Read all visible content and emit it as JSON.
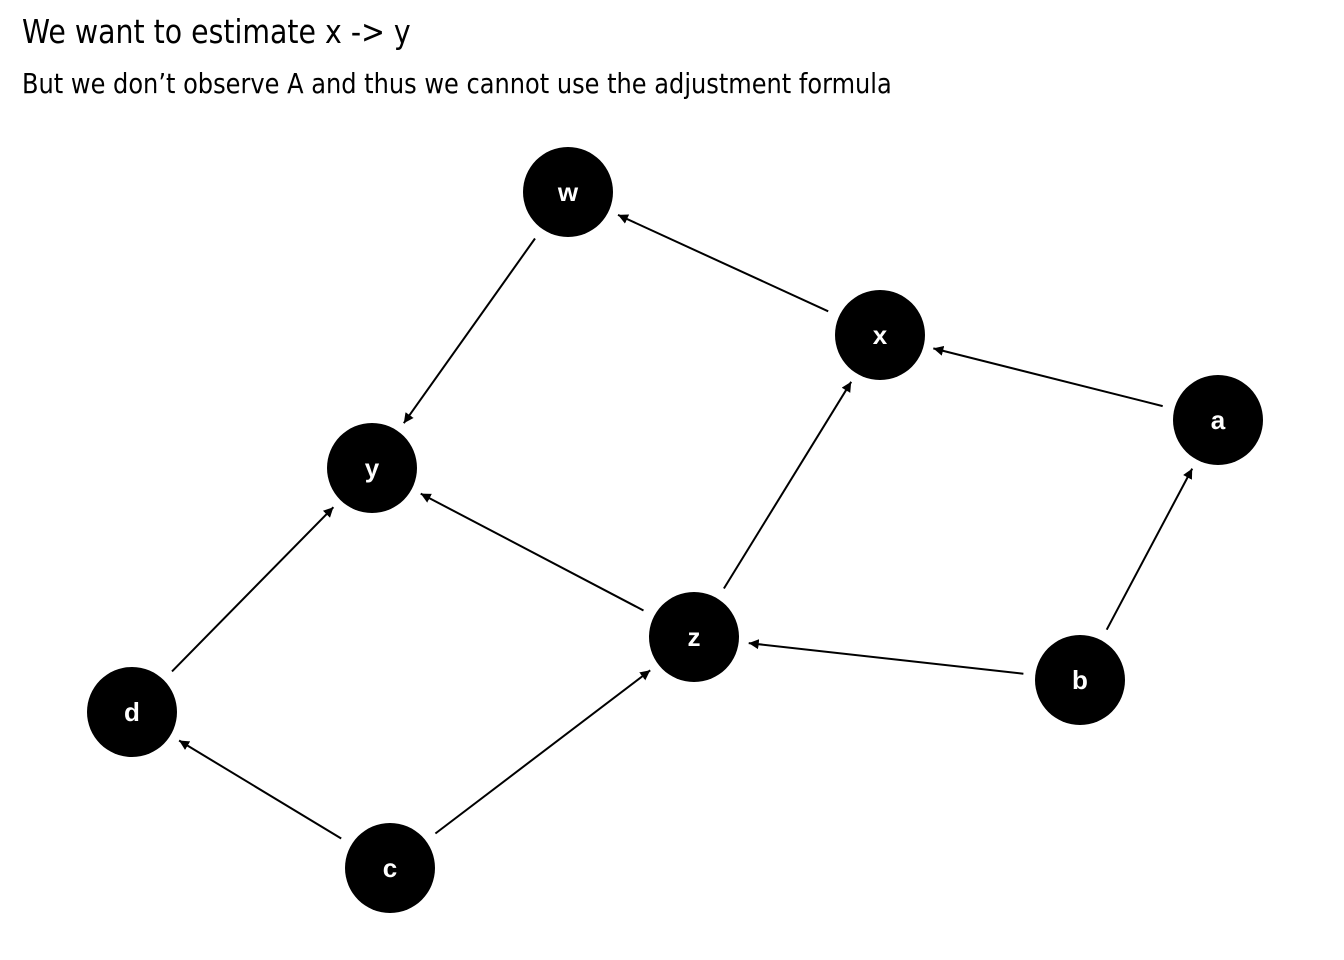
{
  "header": {
    "title": "We want to estimate x -> y",
    "subtitle": "But we don’t observe A and thus we cannot use the adjustment formula"
  },
  "graph": {
    "node_fill": "#000000",
    "label_color": "#ffffff",
    "edge_color": "#000000",
    "nodes": [
      {
        "id": "w",
        "label": "w"
      },
      {
        "id": "x",
        "label": "x"
      },
      {
        "id": "a",
        "label": "a"
      },
      {
        "id": "y",
        "label": "y"
      },
      {
        "id": "z",
        "label": "z"
      },
      {
        "id": "b",
        "label": "b"
      },
      {
        "id": "d",
        "label": "d"
      },
      {
        "id": "c",
        "label": "c"
      }
    ],
    "edges": [
      {
        "from": "x",
        "to": "w"
      },
      {
        "from": "w",
        "to": "y"
      },
      {
        "from": "a",
        "to": "x"
      },
      {
        "from": "z",
        "to": "x"
      },
      {
        "from": "z",
        "to": "y"
      },
      {
        "from": "b",
        "to": "z"
      },
      {
        "from": "b",
        "to": "a"
      },
      {
        "from": "d",
        "to": "y"
      },
      {
        "from": "c",
        "to": "d"
      },
      {
        "from": "c",
        "to": "z"
      }
    ]
  }
}
